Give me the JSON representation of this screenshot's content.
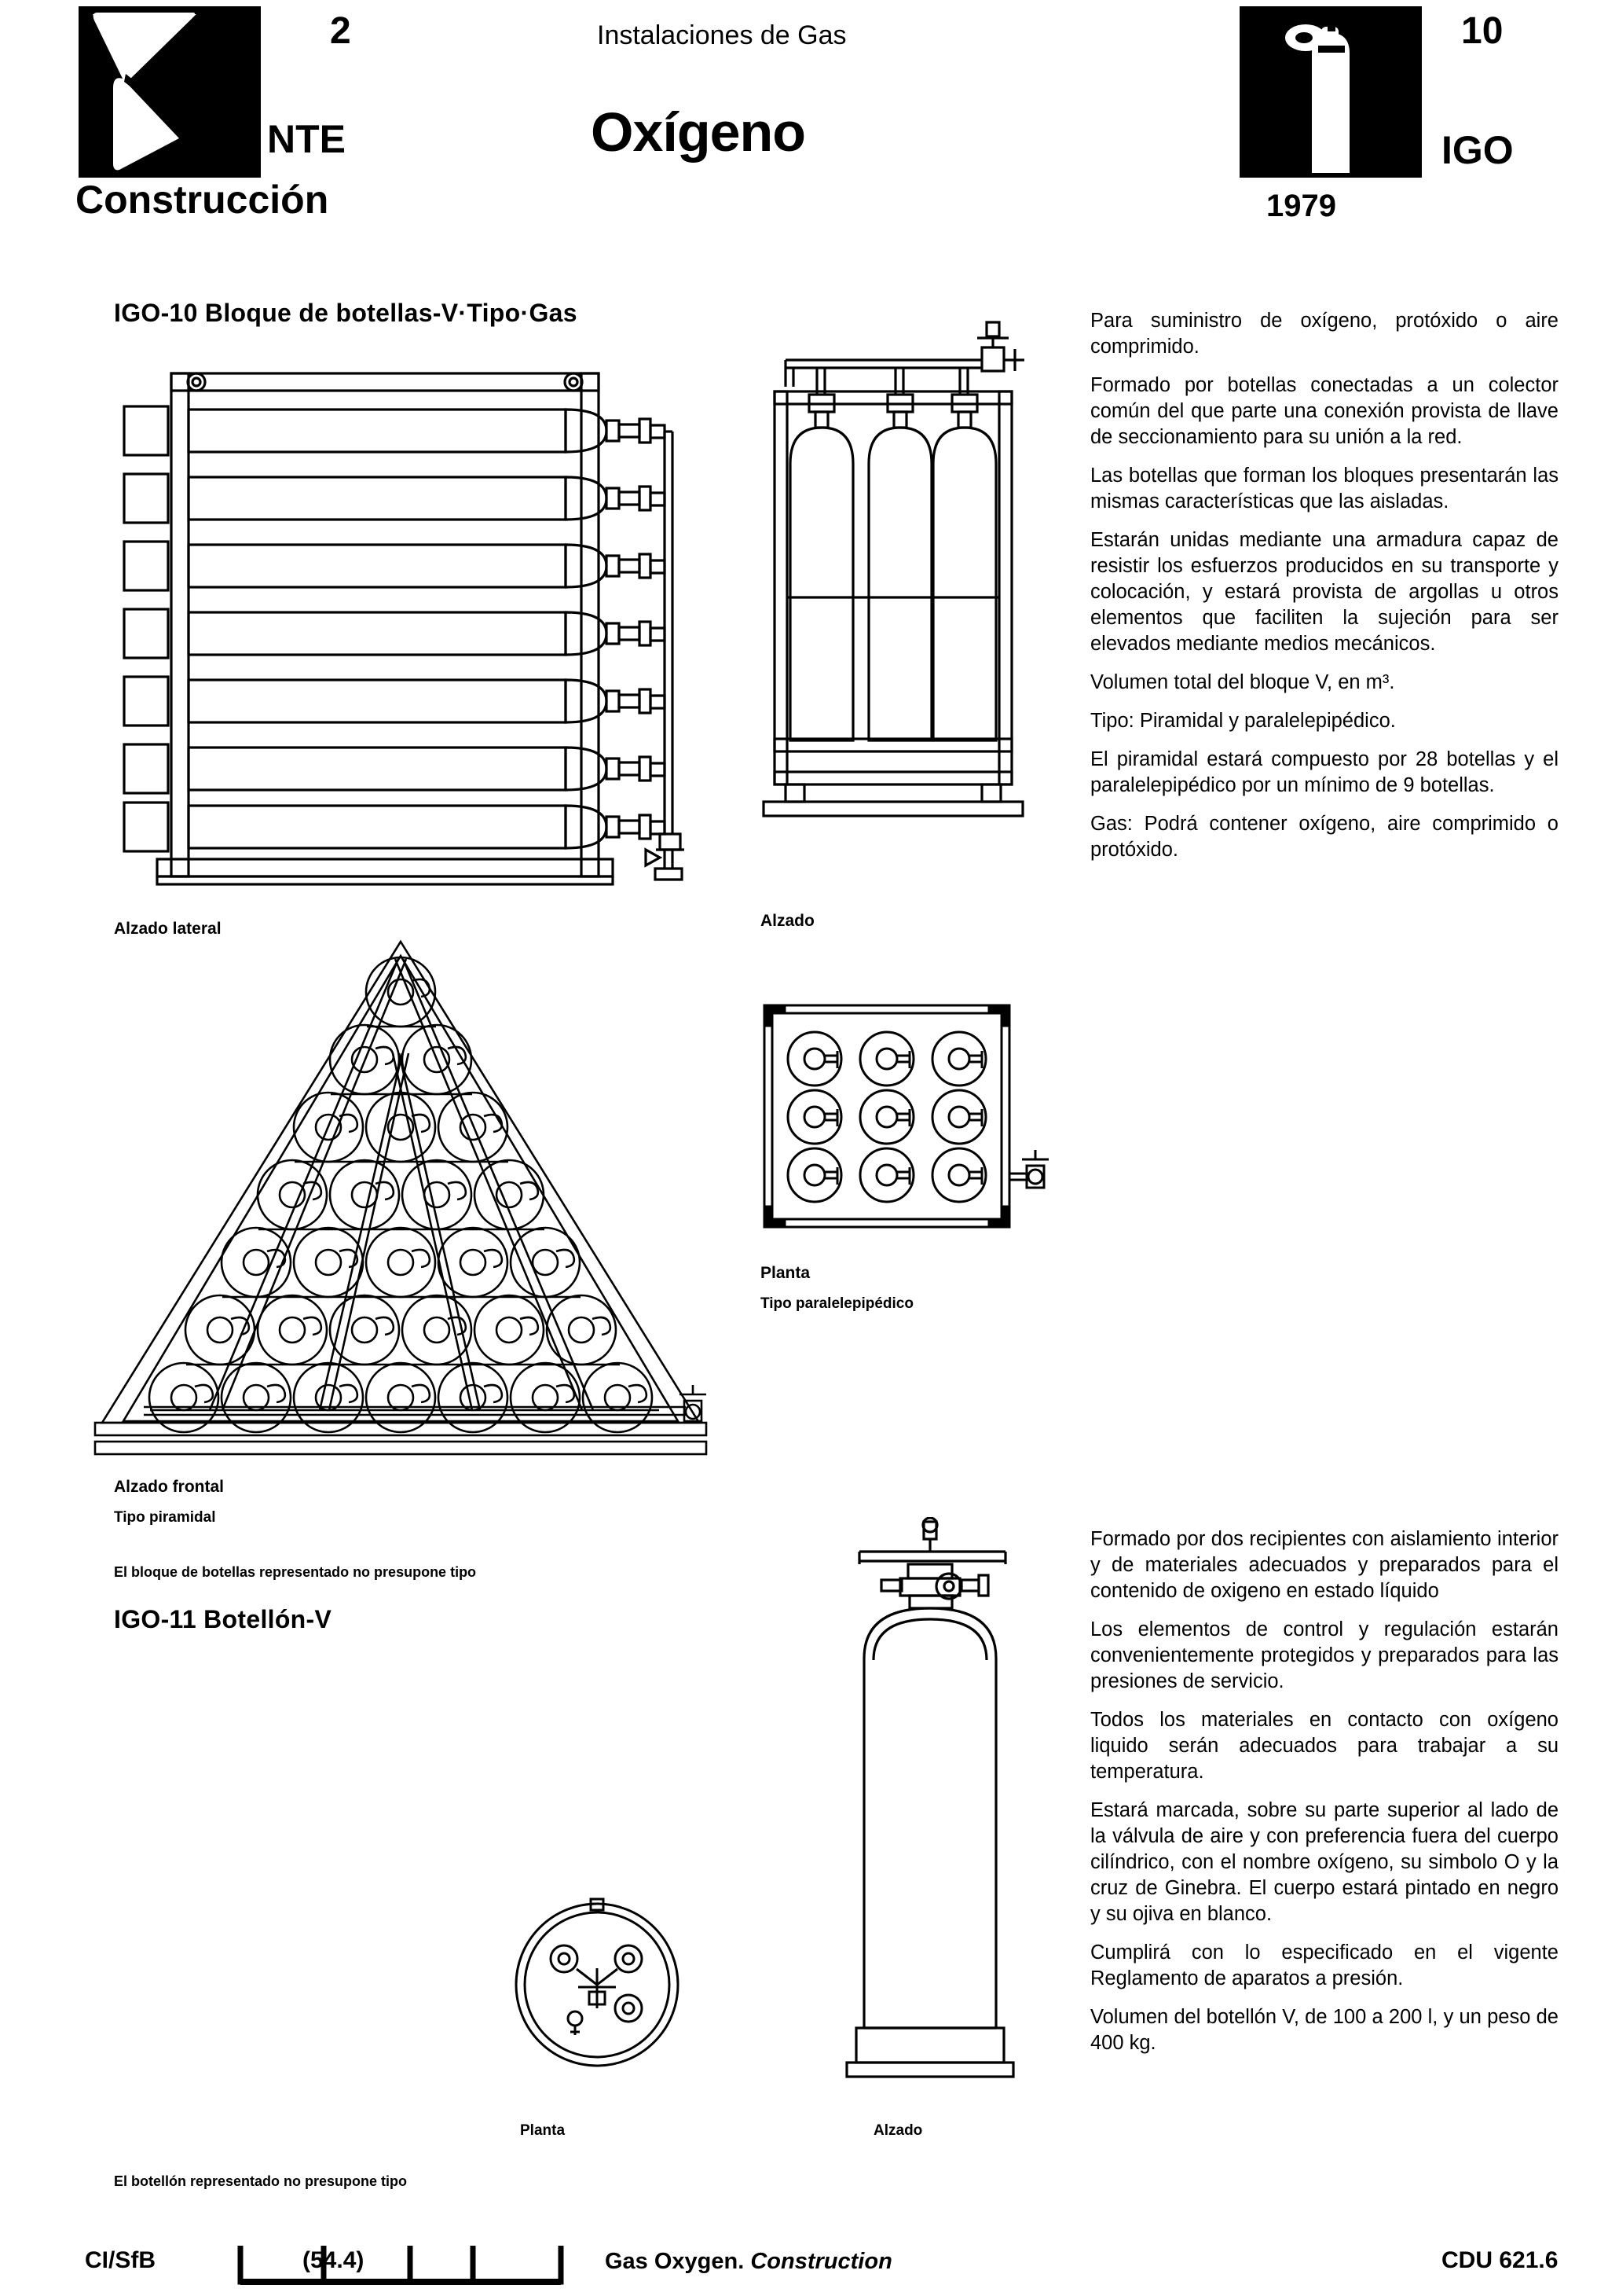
{
  "header": {
    "page_number_left": "2",
    "page_number_right": "10",
    "subject": "Instalaciones de Gas",
    "title": "Oxígeno",
    "nte_label": "NTE",
    "igo_label": "IGO",
    "construccion_label": "Construcción",
    "year": "1979",
    "logo_left_name": "nte-trowel-logo",
    "logo_right_name": "igo-gas-bottle-logo"
  },
  "sections": {
    "igo10_heading": "IGO-10  Bloque de botellas-V·Tipo·Gas",
    "igo11_heading": "IGO-11  Botellón-V"
  },
  "captions": {
    "alzado_lateral": "Alzado lateral",
    "alzado": "Alzado",
    "planta_paralelepipedico_1": "Planta",
    "planta_paralelepipedico_2": "Tipo paralelepipédico",
    "alzado_frontal": "Alzado frontal",
    "tipo_piramidal": "Tipo piramidal",
    "planta_botellon": "Planta",
    "alzado_botellon": "Alzado"
  },
  "notes": {
    "bloque": "El bloque de botellas representado no presupone tipo",
    "botellon": "El botellón representado no presupone tipo"
  },
  "text_block_igo10": [
    "Para suministro de oxígeno, protóxido o aire comprimido.",
    "Formado por botellas conectadas a un colector común del que parte una conexión provista de llave de seccionamiento para su unión a la red.",
    "Las botellas que forman los bloques presentarán las mismas características que las aisladas.",
    "Estarán unidas mediante una armadura capaz de resistir los esfuerzos producidos en su transporte y colocación, y estará provista de argollas u otros elementos que faciliten la sujeción para ser elevados mediante medios mecánicos.",
    "Volumen total del bloque V, en m³.",
    "Tipo: Piramidal y paralelepipédico.",
    "El piramidal estará compuesto por 28 botellas y el paralelepipédico por un mínimo de 9 botellas.",
    "Gas: Podrá contener oxígeno, aire comprimido o protóxido."
  ],
  "text_block_igo11": [
    "Formado por dos recipientes con aislamiento interior y de materiales adecuados y preparados para el contenido de oxigeno en estado líquido",
    "Los elementos de control y regulación estarán convenientemente protegidos y preparados para las presiones de servicio.",
    "Todos los materiales en contacto con oxígeno liquido serán adecuados para trabajar a su temperatura.",
    "Estará marcada, sobre su parte superior al lado de la válvula de aire y con preferencia fuera del cuerpo cilíndrico, con el nombre oxígeno, su simbolo O y la cruz de Ginebra. El cuerpo estará pintado en negro y su ojiva en blanco.",
    "Cumplirá con lo especificado en el vigente Reglamento de aparatos a presión.",
    "Volumen del botellón V, de 100 a 200 l, y un peso de 400 kg."
  ],
  "footer": {
    "cisfb": "CI/SfB",
    "classification_code": "(54.4)",
    "title_plain": "Gas Oxygen. ",
    "title_italic": "Construction",
    "cdu": "CDU 621.6"
  },
  "drawings": {
    "bloque_lateral": "side-elevation-bottle-block",
    "bloque_alzado": "front-elevation-bottle-block",
    "bloque_planta": "plan-view-parallelepiped-block",
    "bloque_piramidal": "front-elevation-pyramidal-block",
    "botellon_planta": "plan-view-botellon",
    "botellon_alzado": "elevation-botellon",
    "pyramid_rows": [
      1,
      2,
      3,
      4,
      5,
      6,
      7
    ],
    "pyramid_total_bottles": 28,
    "lateral_bottle_count": 7,
    "alzado_bottle_count": 3,
    "planta_grid": [
      3,
      3,
      3
    ]
  },
  "colors": {
    "ink": "#000000",
    "paper": "#ffffff"
  }
}
